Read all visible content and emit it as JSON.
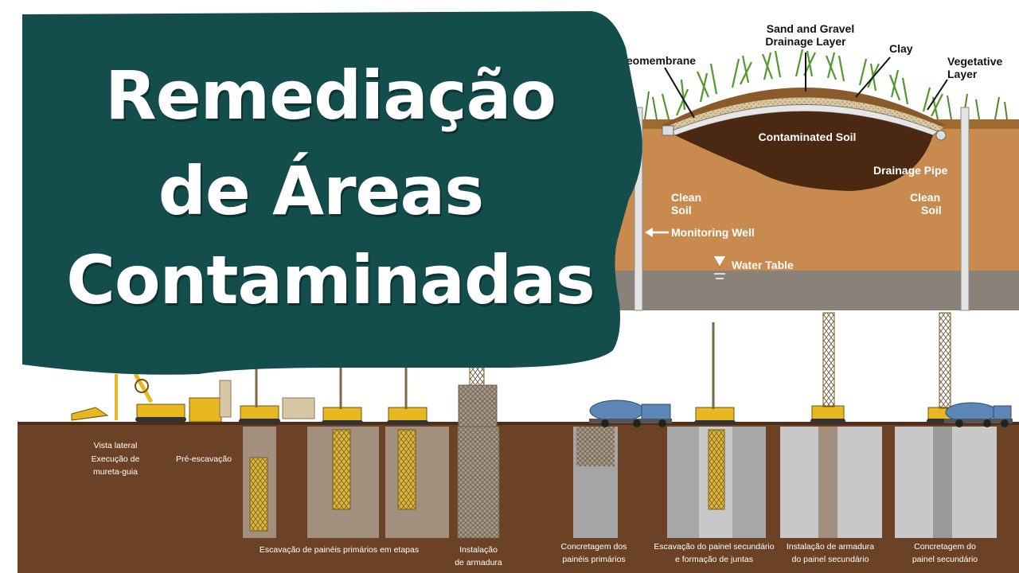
{
  "title": {
    "line1": "Remediação",
    "line2": "de Áreas",
    "line3": "Contaminadas"
  },
  "landfill": {
    "labels": {
      "sand_gravel_1": "Sand and Gravel",
      "sand_gravel_2": "Drainage Layer",
      "clay": "Clay",
      "geomembrane": "Geomembrane",
      "vegetative_1": "Vegetative",
      "vegetative_2": "Layer",
      "contaminated": "Contaminated Soil",
      "drainage_pipe": "Drainage Pipe",
      "clean_left_1": "Clean",
      "clean_left_2": "Soil",
      "clean_right_1": "Clean",
      "clean_right_2": "Soil",
      "monitoring_well": "Monitoring Well",
      "water_table": "Water Table"
    }
  },
  "diaphragm": {
    "labels": {
      "vista_1": "Vista lateral",
      "vista_2": "Execução de",
      "vista_3": "mureta-guia",
      "pre": "Pré-escavação",
      "escav_prim": "Escavação de painéis primários em etapas",
      "inst_1": "Instalação",
      "inst_2": "de armadura",
      "conc_prim_1": "Concretagem dos",
      "conc_prim_2": "painéis primários",
      "escav_sec_1": "Escavação do painel secundário",
      "escav_sec_2": "e formação de juntas",
      "inst_sec_1": "Instalação de armadura",
      "inst_sec_2": "do painel secundário",
      "conc_sec_1": "Concretagem do",
      "conc_sec_2": "painel secundário"
    }
  },
  "colors": {
    "banner": "#134d4c",
    "ground_brown": "#6b4226",
    "soil_orange": "#c98a4f",
    "contaminated": "#4a2812",
    "machine_yellow": "#e7b81f",
    "truck_blue": "#5b86b5"
  }
}
